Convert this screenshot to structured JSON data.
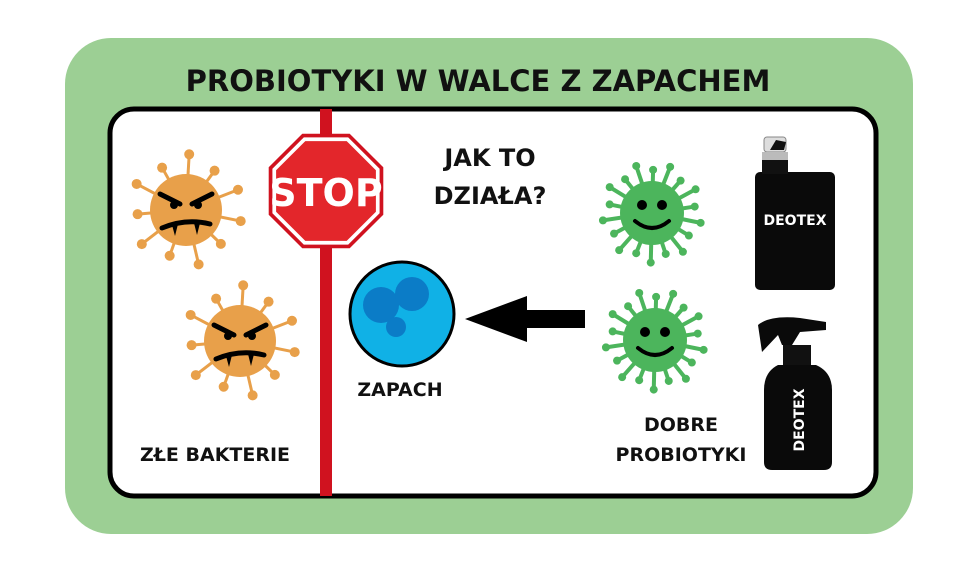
{
  "title": "PROBIOTYKI W WALCE Z ZAPACHEM",
  "stop_sign": "STOP",
  "question": [
    "JAK TO",
    "DZIAŁA?"
  ],
  "bad_bacteria_label": "ZŁE BAKTERIE",
  "smell_label": "ZAPACH",
  "good_probiotics_label": [
    "DOBRE",
    "PROBIOTYKI"
  ],
  "products": [
    {
      "type": "bottle",
      "label": "DEOTEX"
    },
    {
      "type": "spray",
      "label": "DEOTEX"
    }
  ],
  "colors": {
    "frame": "#9ccf94",
    "pole": "#d0121f",
    "stop": "#e3262b",
    "bad": "#e8a04a",
    "good": "#4cb55c",
    "smell": "#10b1e6",
    "smell_dots": "#0b7cc7"
  }
}
